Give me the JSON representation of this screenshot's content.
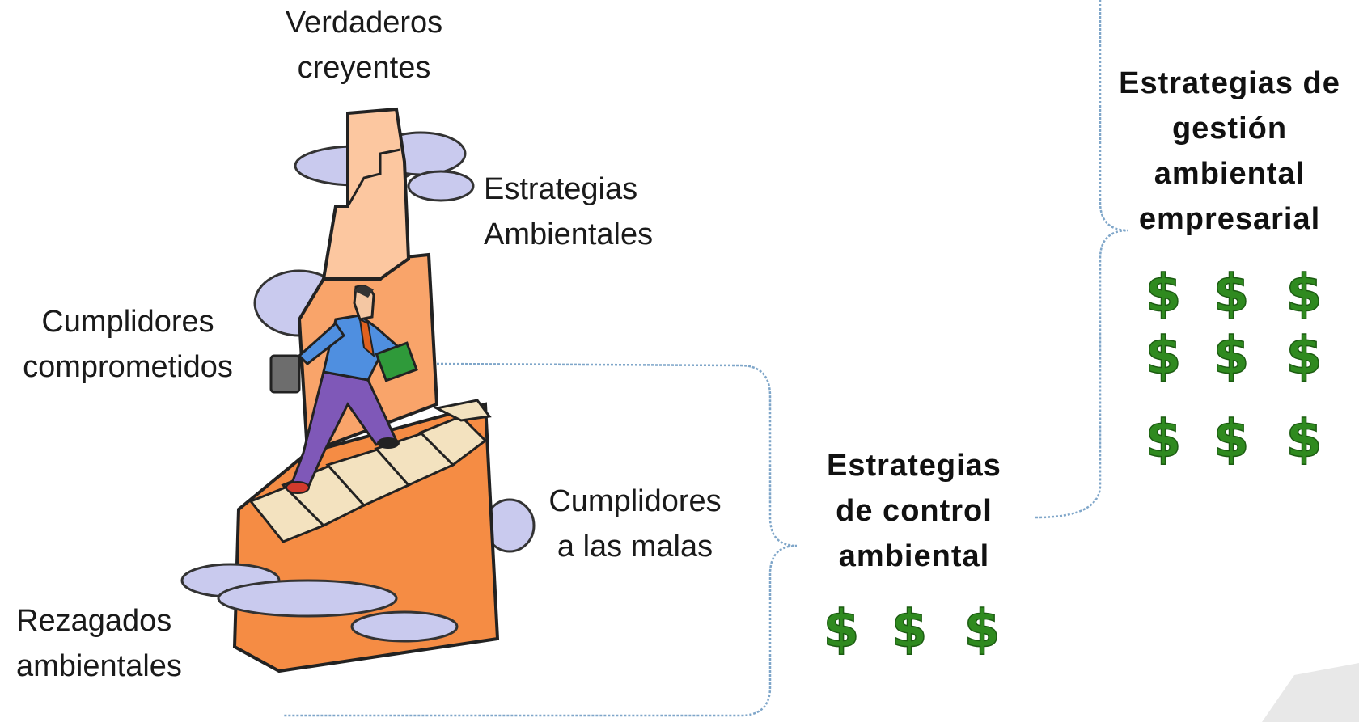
{
  "labels": {
    "true_believers": [
      "Verdaderos",
      "creyentes"
    ],
    "environmental_strategies": [
      "Estrategias",
      "Ambientales"
    ],
    "committed_compliers": [
      "Cumplidores",
      "comprometidos"
    ],
    "reluctant_compliers": [
      "Cumplidores",
      "a las malas"
    ],
    "environmental_laggards": [
      "Rezagados",
      "ambientales"
    ]
  },
  "strategies": {
    "control": [
      "Estrategias",
      "de control",
      "ambiental"
    ],
    "management": [
      "Estrategias de",
      "gestión",
      "ambiental",
      "empresarial"
    ]
  },
  "money": {
    "symbol": "$",
    "control_count": 3,
    "management_count": 9
  },
  "colors": {
    "bracket": "#7fa6c9",
    "dollar_green": "#2f8a1f",
    "tower_light": "#fcc7a0",
    "tower_mid": "#f9a46a",
    "tower_dark": "#f58c44",
    "cloud": "#c9caee",
    "suit": "#7f58b8",
    "shirt": "#4f8fe0"
  }
}
